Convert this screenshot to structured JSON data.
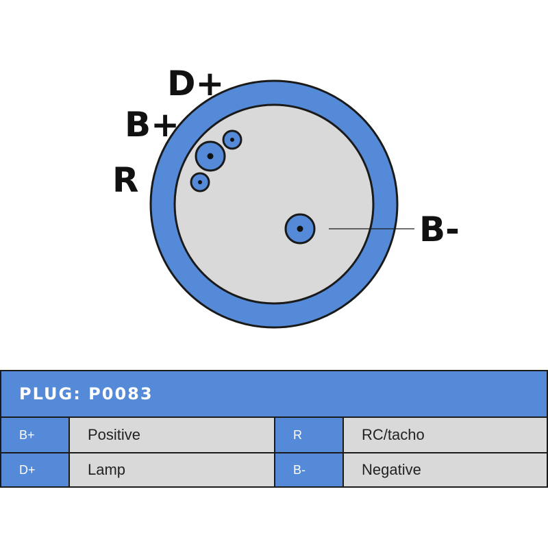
{
  "diagram": {
    "pin_labels": {
      "d_plus": "D+",
      "b_plus": "B+",
      "r": "R",
      "b_minus": "B-"
    },
    "colors": {
      "ring": "#548ad8",
      "face": "#d9d9d9",
      "outline": "#1a1a1a",
      "pin": "#548ad8"
    }
  },
  "table": {
    "header": "PLUG: P0083",
    "rows": [
      {
        "code1": "B+",
        "desc1": "Positive",
        "code2": "R",
        "desc2": "RC/tacho"
      },
      {
        "code1": "D+",
        "desc1": "Lamp",
        "code2": "B-",
        "desc2": "Negative"
      }
    ]
  }
}
